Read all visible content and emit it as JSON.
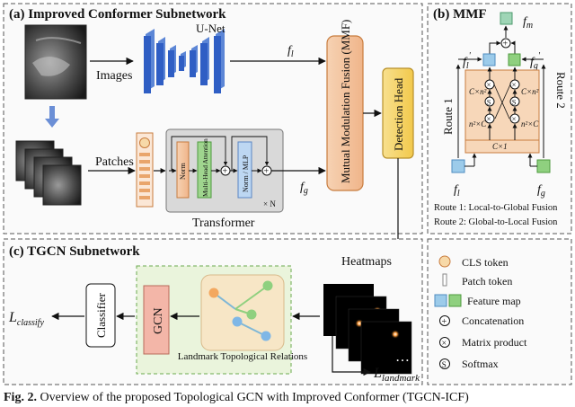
{
  "panel_a": {
    "title": "(a) Improved Conformer Subnetwork",
    "images_label": "Images",
    "patches_label": "Patches",
    "unet_label": "U-Net",
    "transformer_label": "Transformer",
    "norm1": "Norm",
    "mha": "Multi-Head Attention",
    "norm_mlp": "Norm / MLP",
    "repeat": "× N",
    "fl": "f",
    "fl_sub": "l",
    "fg": "f",
    "fg_sub": "g",
    "mmf_box": "Mutual Modulation Fusion (MMF)",
    "detection_head": "Detection Head",
    "heatmaps": "Heatmaps"
  },
  "panel_b": {
    "title": "(b) MMF",
    "fm": "f",
    "fm_sub": "m",
    "fl_prime": "f",
    "fl_prime_sub": "l",
    "fg_prime": "f",
    "fg_prime_sub": "g",
    "route1": "Route 1",
    "route2": "Route 2",
    "cn2_left": "C×n²",
    "cn2_right": "C×n²",
    "n2c_left": "n²×C",
    "n2c_right": "n²×C",
    "c1": "C×1",
    "s": "S",
    "fl_in": "f",
    "fl_in_sub": "l",
    "fg_in": "f",
    "fg_in_sub": "g",
    "route1_desc": "Route 1: Local-to-Global Fusion",
    "route2_desc": "Route 2: Global-to-Local Fusion"
  },
  "panel_c": {
    "title": "(c) TGCN Subnetwork",
    "classifier": "Classifier",
    "gcn": "GCN",
    "relations": "Landmark Topological Relations",
    "l_classify": "L",
    "l_classify_sub": "classify",
    "l_landmark": "L",
    "l_landmark_sub": "landmark"
  },
  "legend": {
    "cls": "CLS token",
    "patch": "Patch token",
    "feature": "Feature map",
    "concat": "Concatenation",
    "matrix": "Matrix product",
    "softmax": "Softmax"
  },
  "caption": {
    "label": "Fig. 2.",
    "text": "Overview of the proposed Topological GCN with Improved Conformer (TGCN-ICF)"
  },
  "colors": {
    "orange": "#F3C39C",
    "orange_dark": "#C87C3E",
    "yellow": "#F4D26A",
    "blue": "#2F5EC4",
    "light_blue": "#9CCBEA",
    "green": "#8FD07F",
    "panel_green": "#EAF4DC"
  }
}
